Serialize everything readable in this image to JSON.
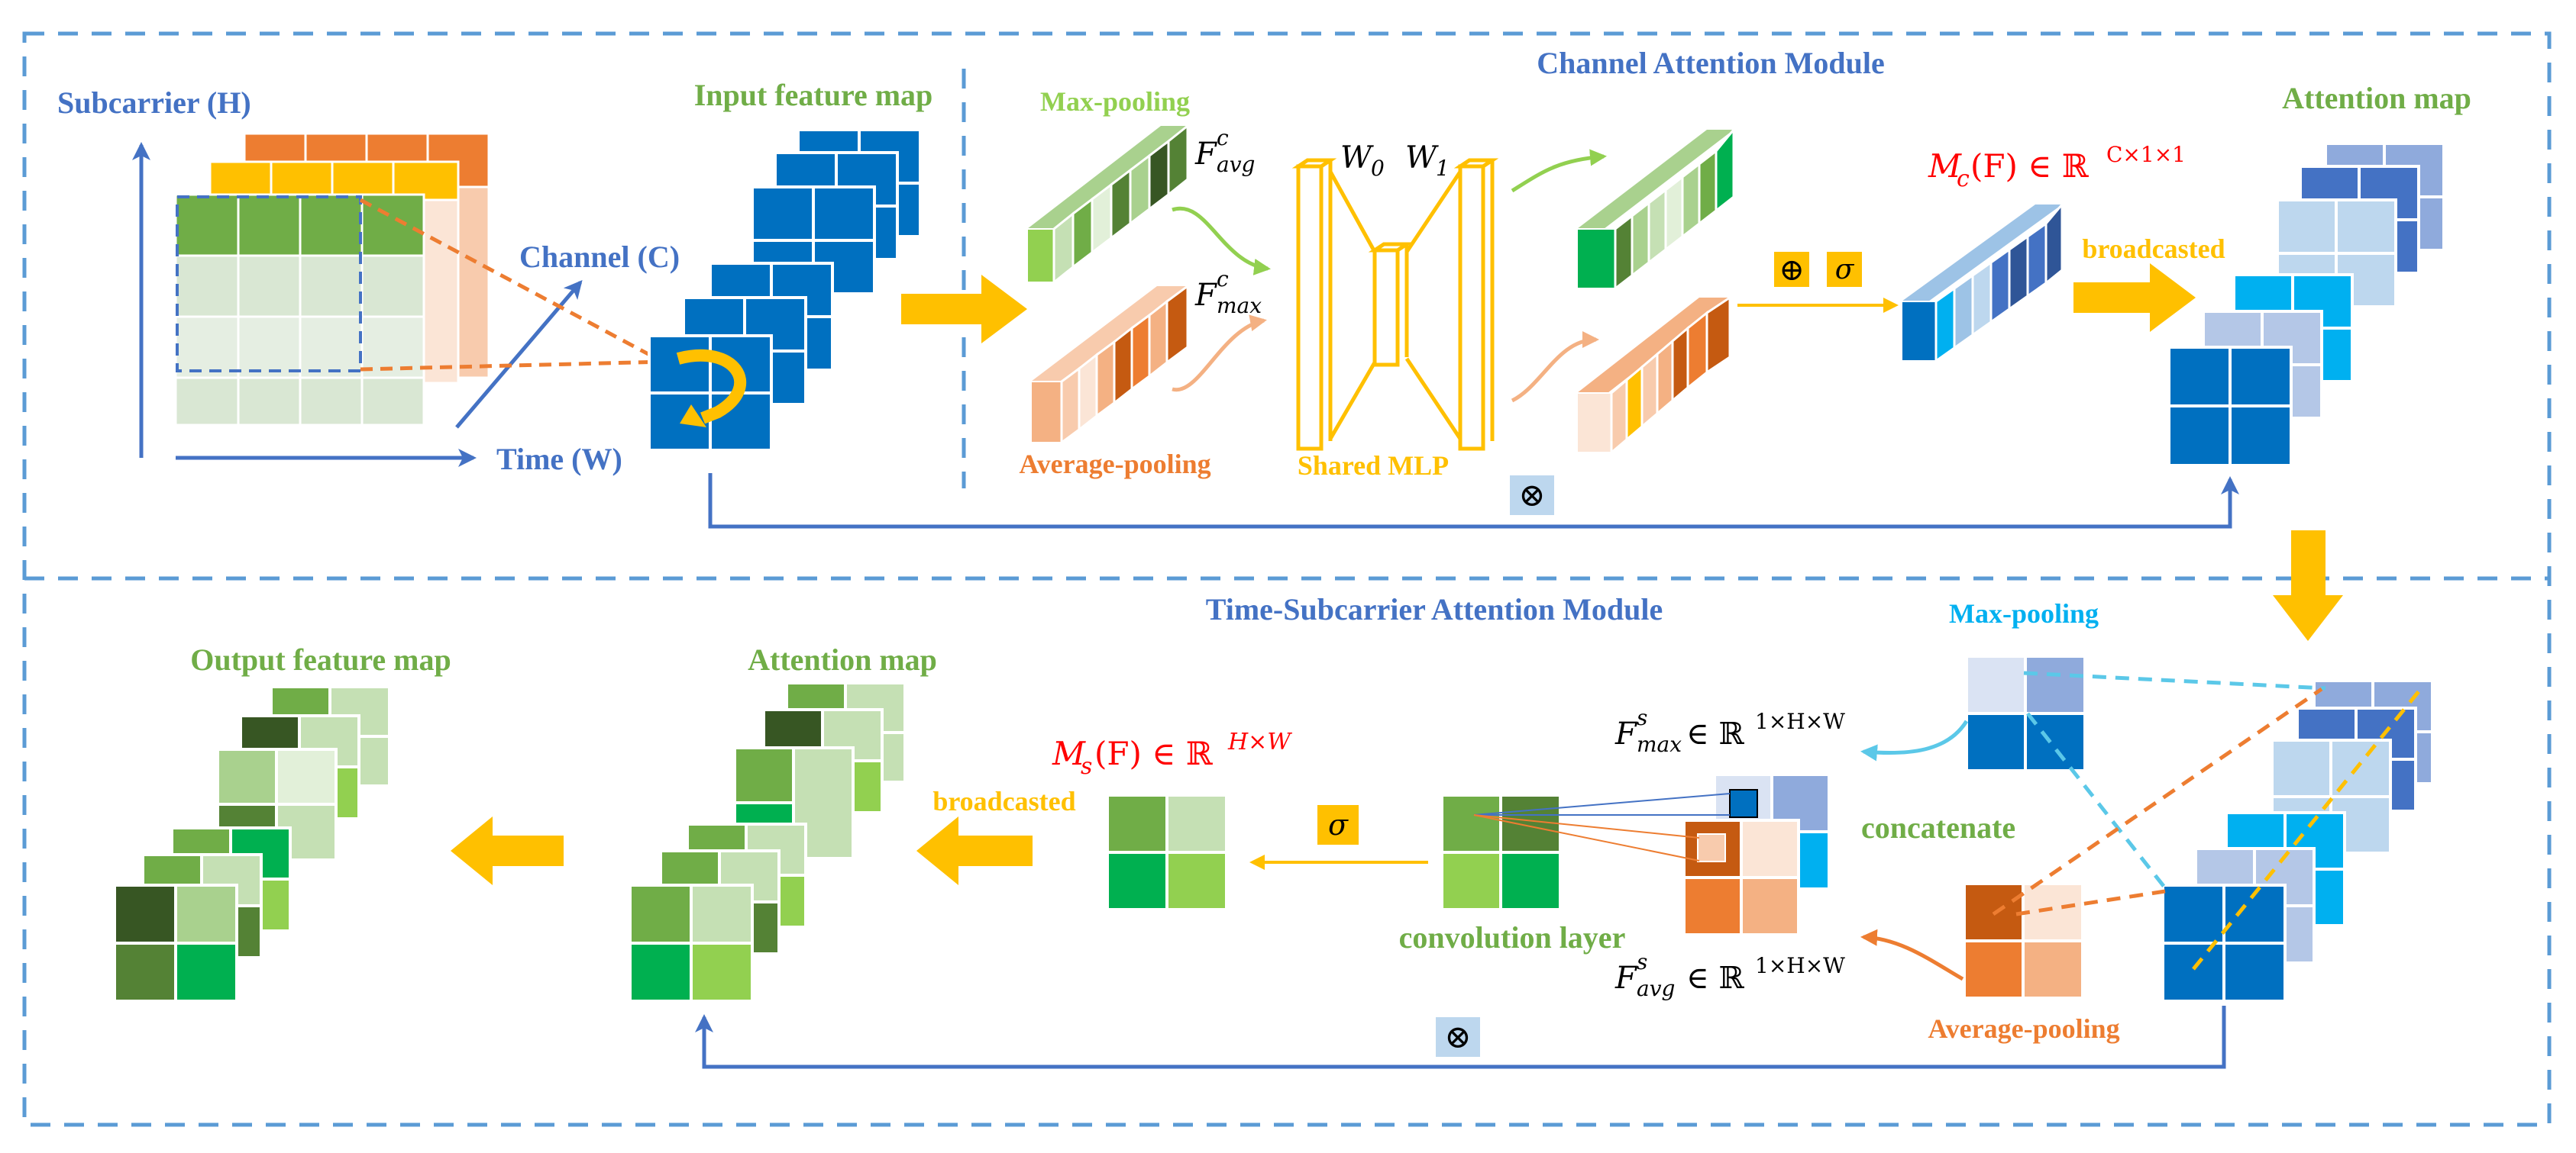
{
  "colors": {
    "frame": "#5b9bd5",
    "arrow_yellow": "#ffc000",
    "title_blue": "#4472c4",
    "label_green": "#70ad47",
    "label_orange": "#ed7d31",
    "label_cyan": "#00b0f0",
    "formula_red": "#ff0000",
    "feature_blue": "#0070c0",
    "mlp_yellow": "#ffc000"
  },
  "channel_module": {
    "title": "Channel Attention Module",
    "input_label": "Input feature map",
    "axis_subcarrier": "Subcarrier (H)",
    "axis_channel": "Channel (C)",
    "axis_time": "Time (W)",
    "maxpool_label": "Max-pooling",
    "avgpool_label": "Average-pooling",
    "f_avg_base": "F",
    "f_avg_sup": "c",
    "f_avg_sub": "avg",
    "f_max_base": "F",
    "f_max_sup": "c",
    "f_max_sub": "max",
    "w0_base": "W",
    "w0_sub": "0",
    "w1_base": "W",
    "w1_sub": "1",
    "mlp_label": "Shared MLP",
    "plus_symbol": "⊕",
    "sigma_symbol": "σ",
    "mc_formula": "M",
    "mc_sub": "c",
    "mc_rest": "(F) ∈ ℝ",
    "mc_sup": "C×1×1",
    "broadcast_label": "broadcasted",
    "attention_label": "Attention map",
    "multiply_symbol": "⊗"
  },
  "spatial_module": {
    "title": "Time-Subcarrier Attention Module",
    "maxpool_label": "Max-pooling",
    "avgpool_label": "Average-pooling",
    "fs_max_base": "F",
    "fs_max_sup": "s",
    "fs_max_sub": "max",
    "fs_max_rest": "∈ ℝ",
    "fs_max_dim": "1×H×W",
    "fs_avg_base": "F",
    "fs_avg_sup": "s",
    "fs_avg_sub": "avg",
    "fs_avg_rest": "∈ ℝ",
    "fs_avg_dim": "1×H×W",
    "concat_label": "concatenate",
    "conv_label": "convolution layer",
    "sigma_symbol": "σ",
    "ms_base": "M",
    "ms_sub": "s",
    "ms_rest": "(F) ∈ ℝ",
    "ms_sup": "H×W",
    "broadcast_label": "broadcasted",
    "attention_label": "Attention map",
    "output_label": "Output feature map",
    "multiply_symbol": "⊗"
  }
}
